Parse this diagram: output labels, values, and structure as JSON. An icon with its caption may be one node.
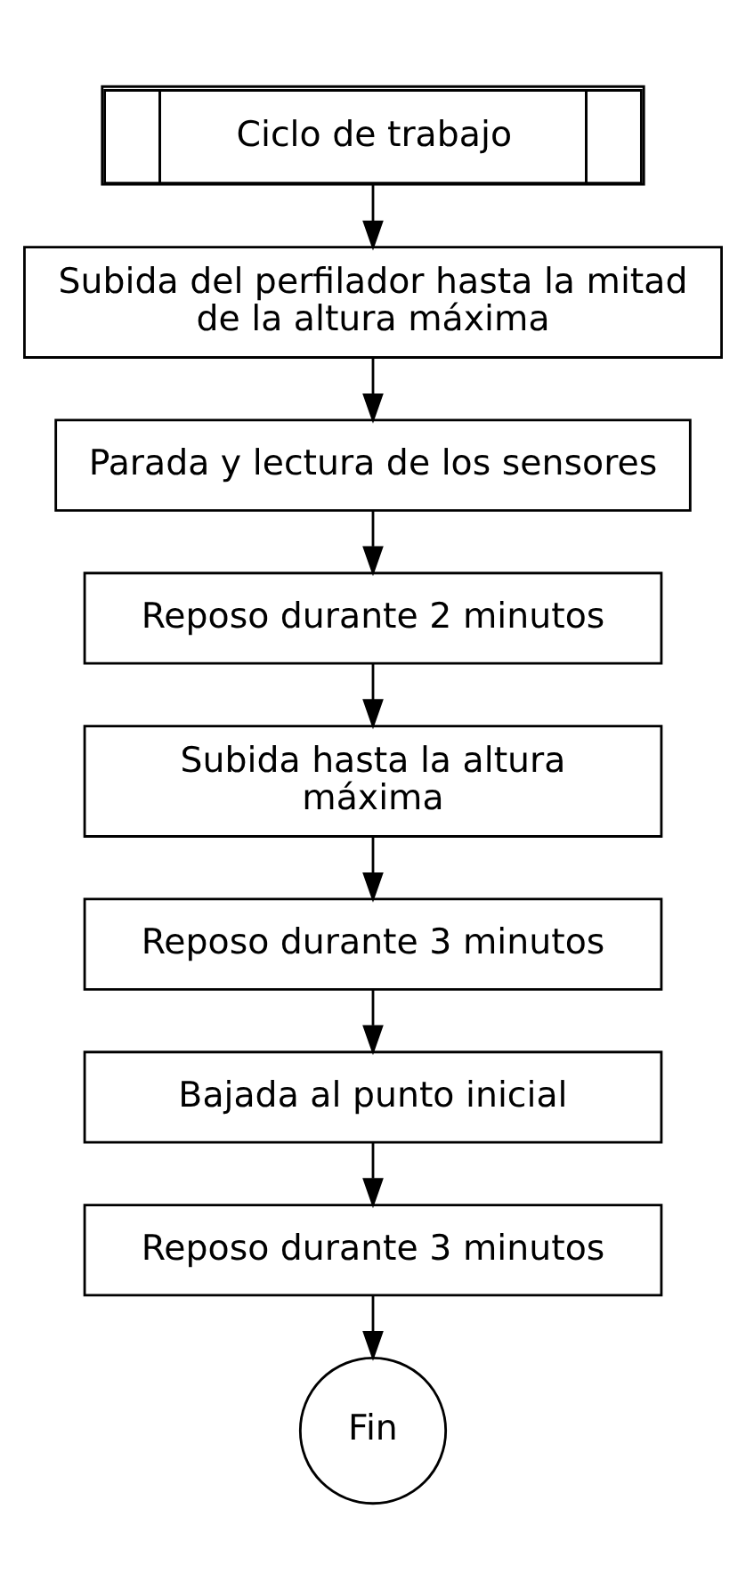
{
  "diagram": {
    "nodes": [
      {
        "text": [
          "Ciclo de trabajo"
        ]
      },
      {
        "text": [
          "Subida del perfilador hasta la mitad de la altura máxima"
        ]
      },
      {
        "text": [
          "Parada y lectura de los sensores"
        ]
      },
      {
        "text": [
          "Reposo durante 2 minutos"
        ]
      },
      {
        "text": [
          "Subida hasta la altura máxima"
        ]
      },
      {
        "text": [
          "Reposo durante 3 minutos"
        ]
      },
      {
        "text": [
          "Bajada al punto inicial"
        ]
      },
      {
        "text": [
          "Reposo durante 3 minutos"
        ]
      },
      {
        "text": [
          "Fin"
        ]
      }
    ],
    "edges": [
      {
        "from": 0,
        "to": 1,
        "arrow": "to"
      },
      {
        "from": 1,
        "to": 2,
        "arrow": "to"
      },
      {
        "from": 2,
        "to": 3,
        "arrow": "to"
      },
      {
        "from": 3,
        "to": 4,
        "arrow": "to"
      },
      {
        "from": 4,
        "to": 5,
        "arrow": "to"
      },
      {
        "from": 5,
        "to": 6,
        "arrow": "to"
      },
      {
        "from": 6,
        "to": 7,
        "arrow": "to"
      },
      {
        "from": 7,
        "to": 8,
        "arrow": "to"
      }
    ]
  }
}
